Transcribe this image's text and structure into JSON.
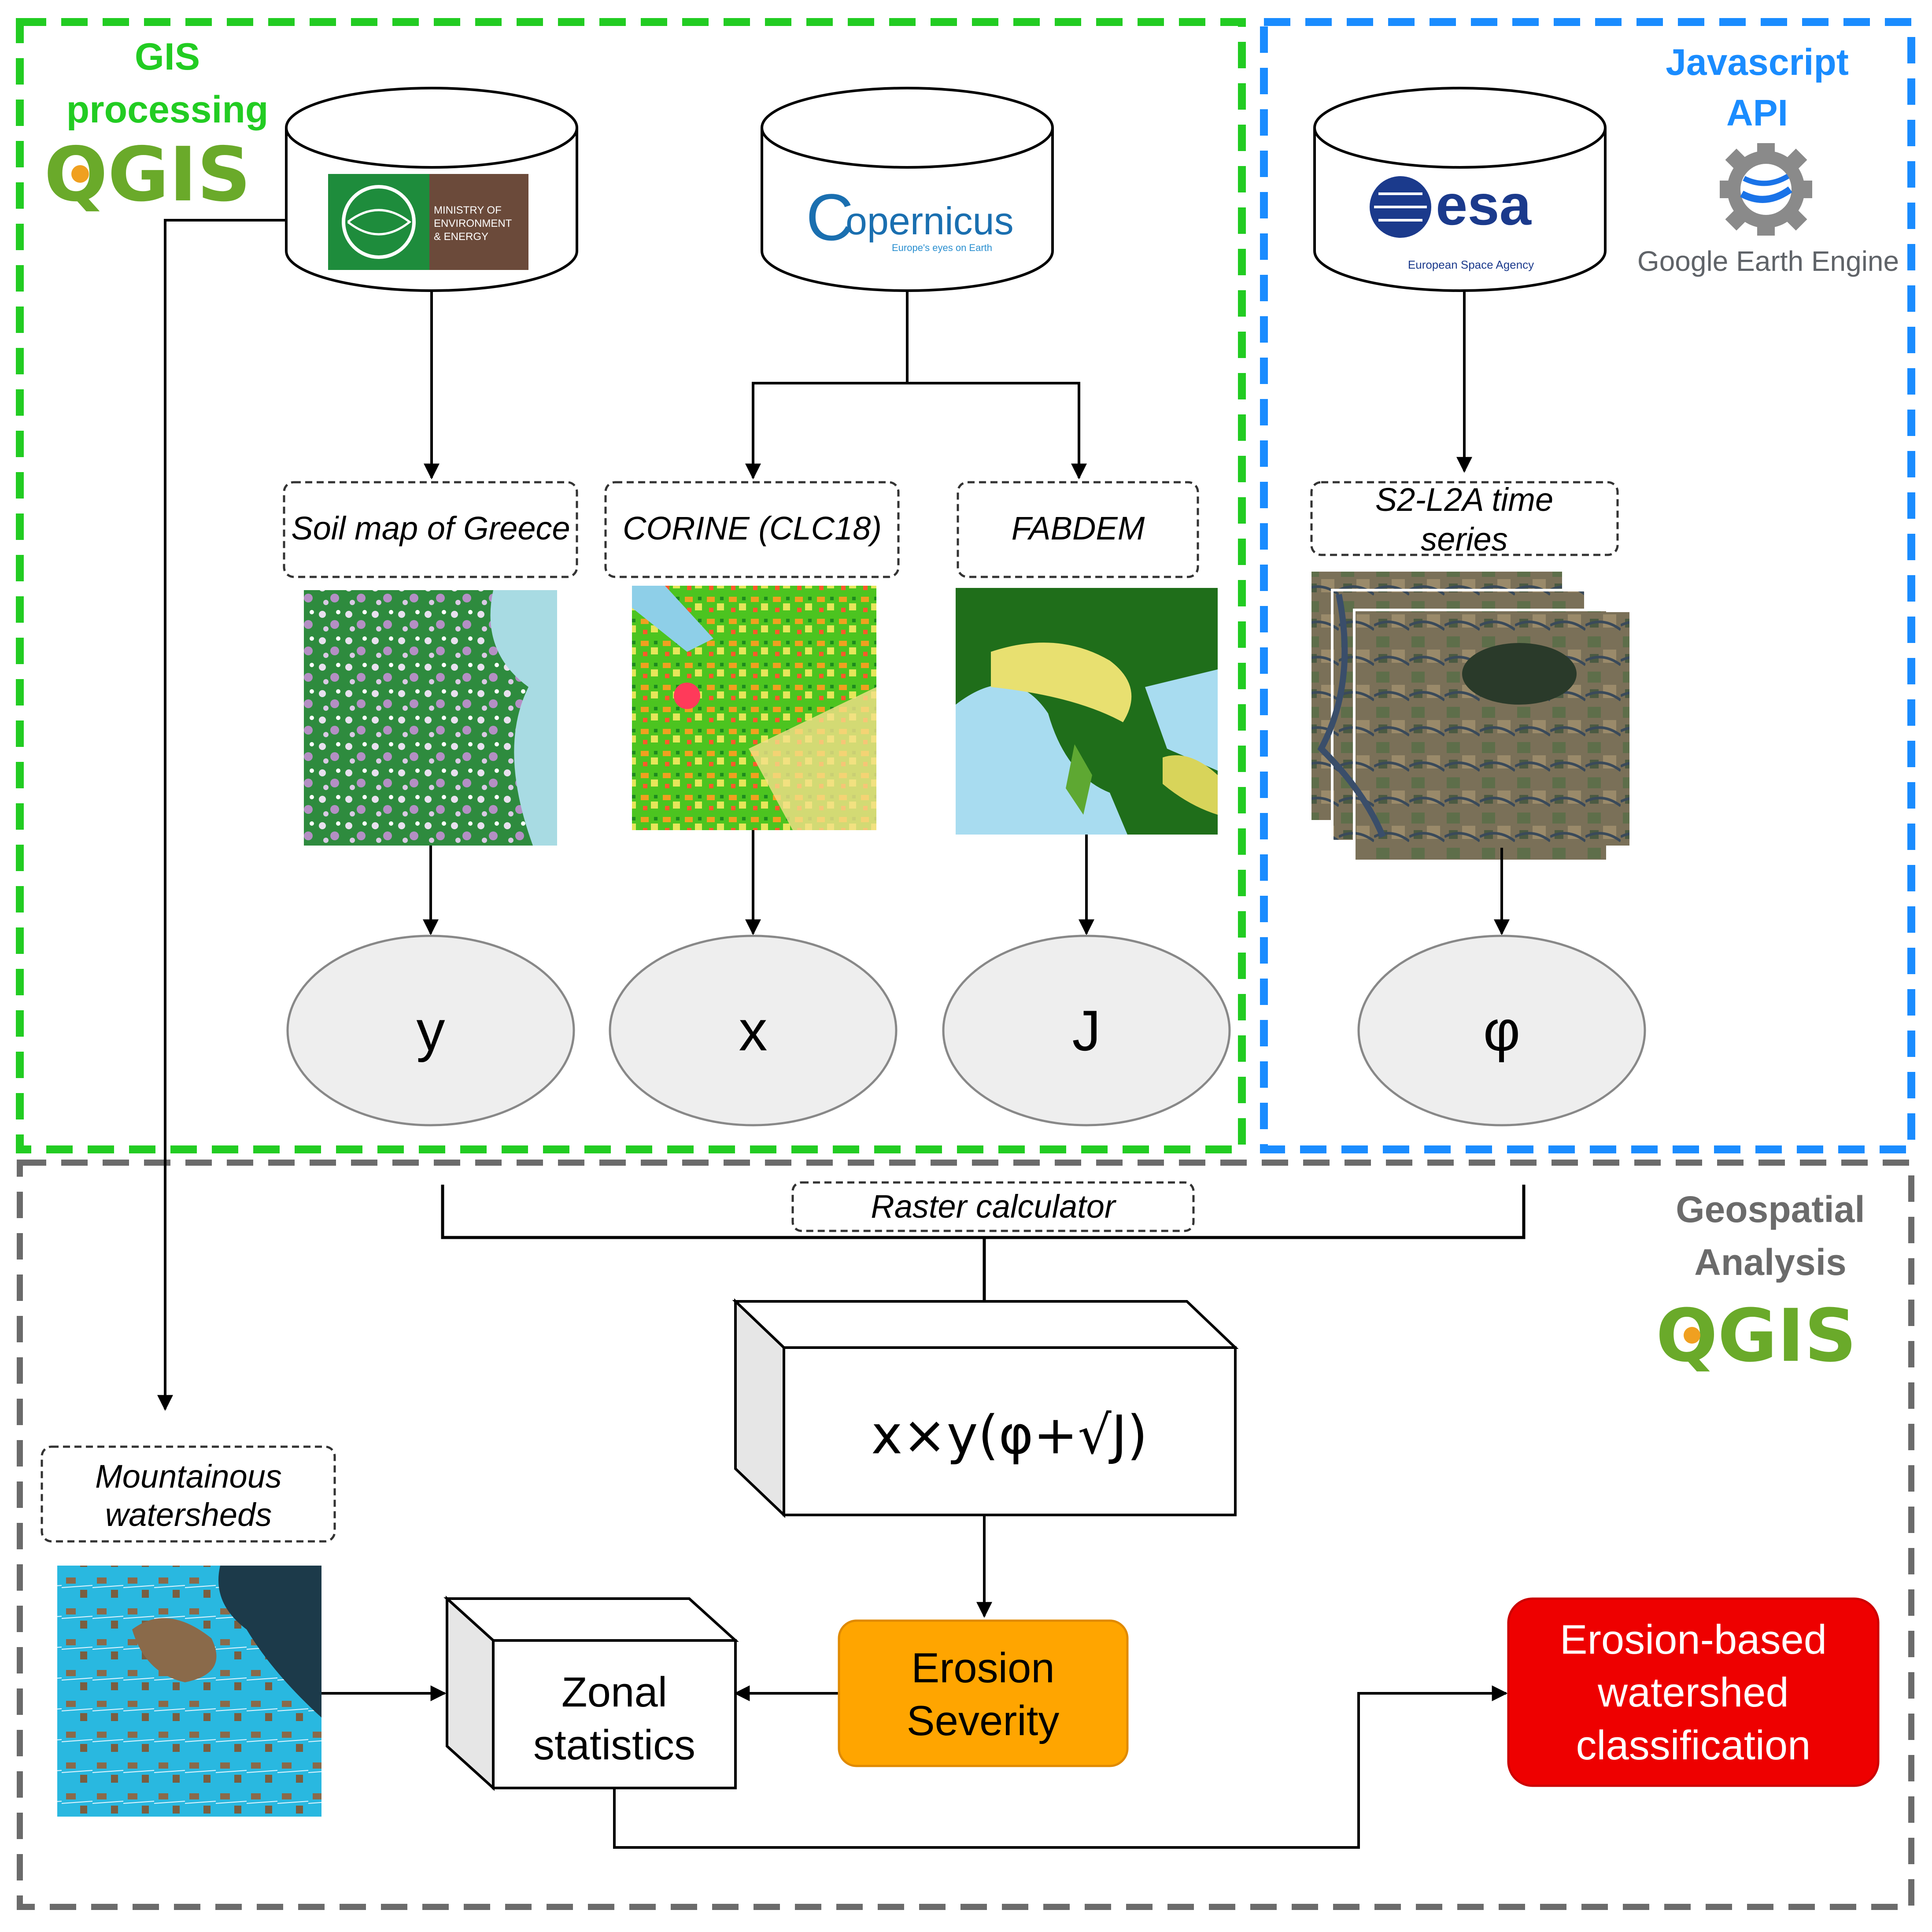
{
  "sections": {
    "gis": {
      "line1": "GIS",
      "line2": "processing",
      "logo": "QGIS",
      "color": "#22cc22"
    },
    "js_api": {
      "line1": "Javascript",
      "line2": "API",
      "logo_text": "Google Earth Engine",
      "color": "#1a8cff"
    },
    "geo": {
      "line1": "Geospatial",
      "line2": "Analysis",
      "logo": "QGIS",
      "color": "#6b6b6b"
    }
  },
  "sources": {
    "ministry": {
      "line1": "MINISTRY OF",
      "line2": "ENVIRONMENT",
      "line3": "& ENERGY"
    },
    "copernicus": {
      "name": "opernicus",
      "prefix": "C",
      "sub": "Europe's eyes on Earth"
    },
    "esa": {
      "name": "esa",
      "sub": "European Space Agency"
    }
  },
  "datasets": [
    {
      "label": "Soil map of Greece"
    },
    {
      "label": "CORINE (CLC18)"
    },
    {
      "label": "FABDEM"
    },
    {
      "line1": "S2-L2A time",
      "line2": "series"
    }
  ],
  "variables": [
    "y",
    "x",
    "J",
    "φ"
  ],
  "process": {
    "raster_calculator": "Raster calculator",
    "formula": "x×y(φ+√J)",
    "watersheds_line1": "Mountainous",
    "watersheds_line2": "watersheds",
    "zonal_line1": "Zonal",
    "zonal_line2": "statistics",
    "erosion_line1": "Erosion",
    "erosion_line2": "Severity",
    "class_line1": "Erosion-based",
    "class_line2": "watershed",
    "class_line3": "classification"
  },
  "colors": {
    "erosion_fill": "#ffa500",
    "classification_fill": "#ee0000",
    "ellipse_fill": "#eeeeee"
  }
}
